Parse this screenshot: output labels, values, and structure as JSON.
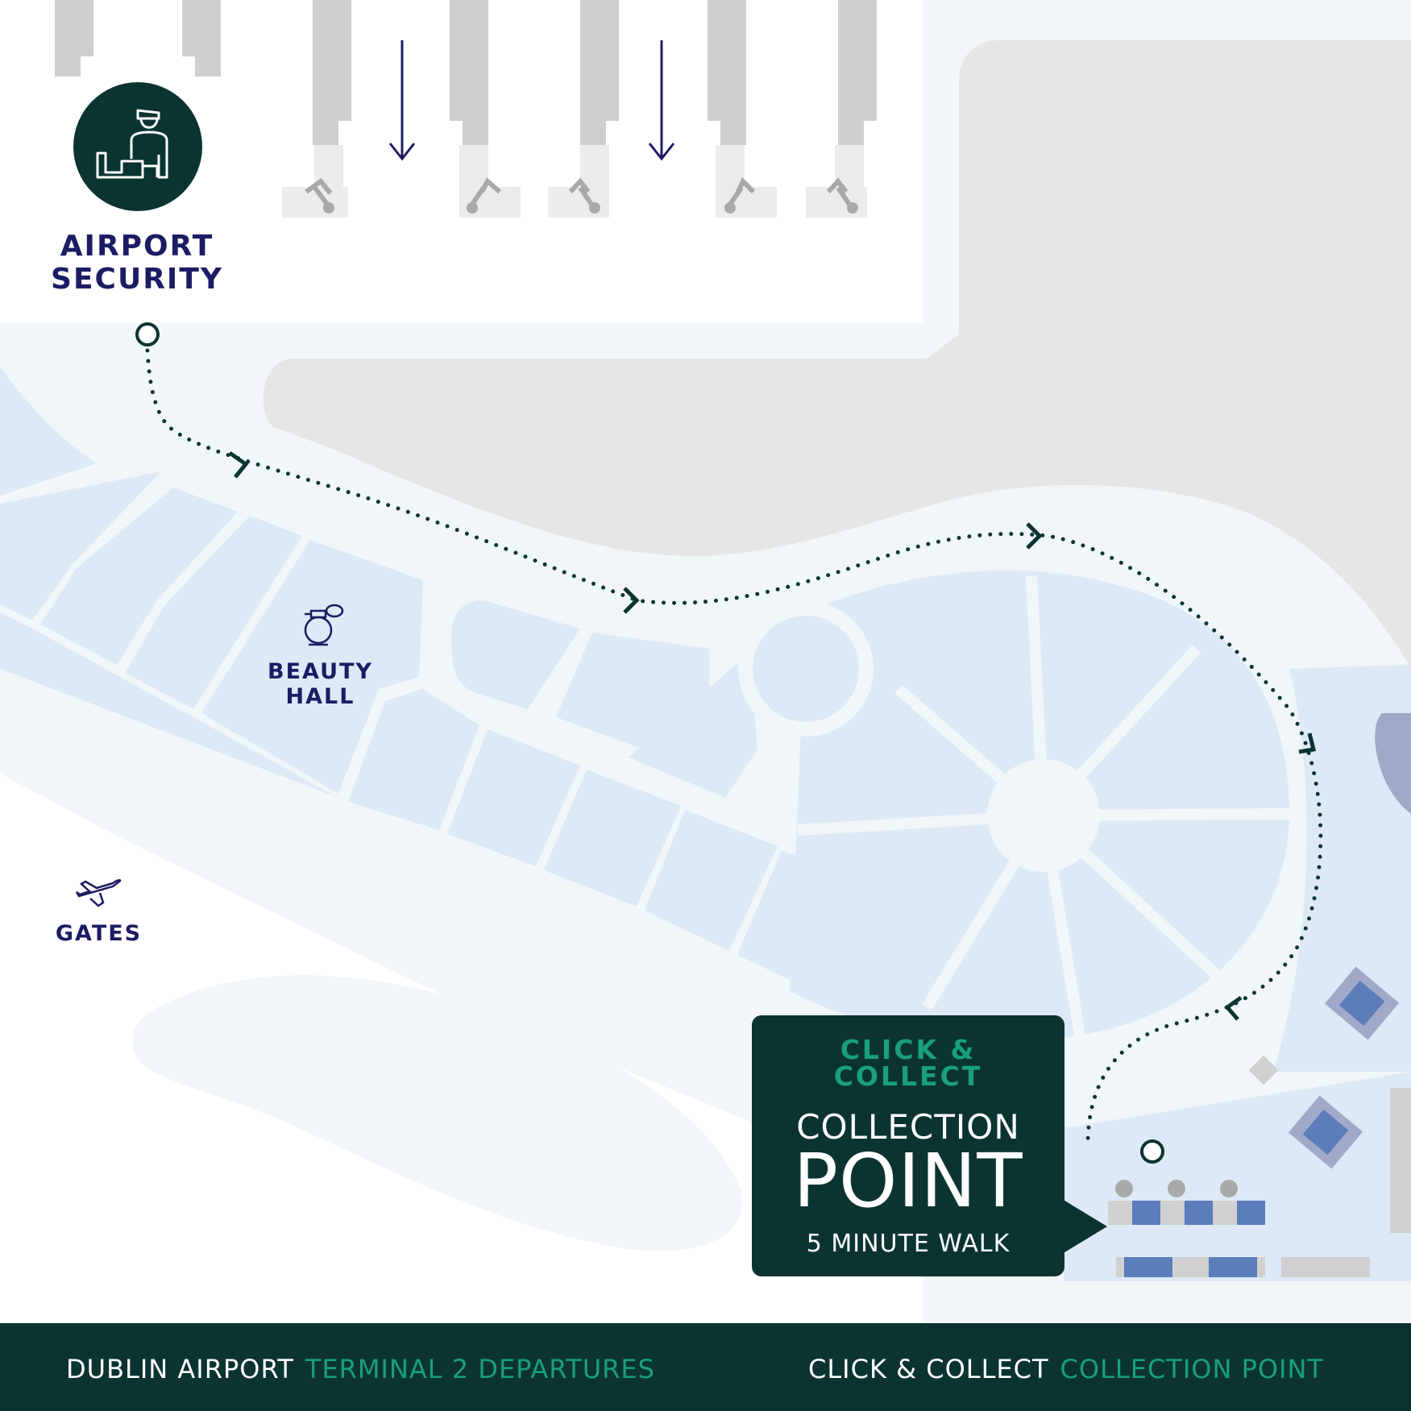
{
  "map": {
    "security_label": "AIRPORT\nSECURITY",
    "beauty_label": "BEAUTY\nHALL",
    "gates_label": "GATES",
    "security_icon": "security-officer-icon",
    "beauty_icon": "perfume-bottle-icon",
    "gates_icon": "airplane-takeoff-icon"
  },
  "callout": {
    "title_line1": "CLICK &",
    "title_line2": "COLLECT",
    "subtitle": "COLLECTION",
    "headline": "POINT",
    "walk_time": "5 MINUTE WALK"
  },
  "footer": {
    "left_primary": "DUBLIN AIRPORT",
    "left_secondary": "TERMINAL 2 DEPARTURES",
    "right_primary": "CLICK & COLLECT",
    "right_secondary": "COLLECTION POINT"
  },
  "colors": {
    "dark_green": "#0b3431",
    "accent_green": "#1aa079",
    "navy_text": "#1c1c64",
    "shop_fill": "#dee9f7",
    "walkway": "#f1f6f9",
    "airside": "#e6e6e6"
  }
}
